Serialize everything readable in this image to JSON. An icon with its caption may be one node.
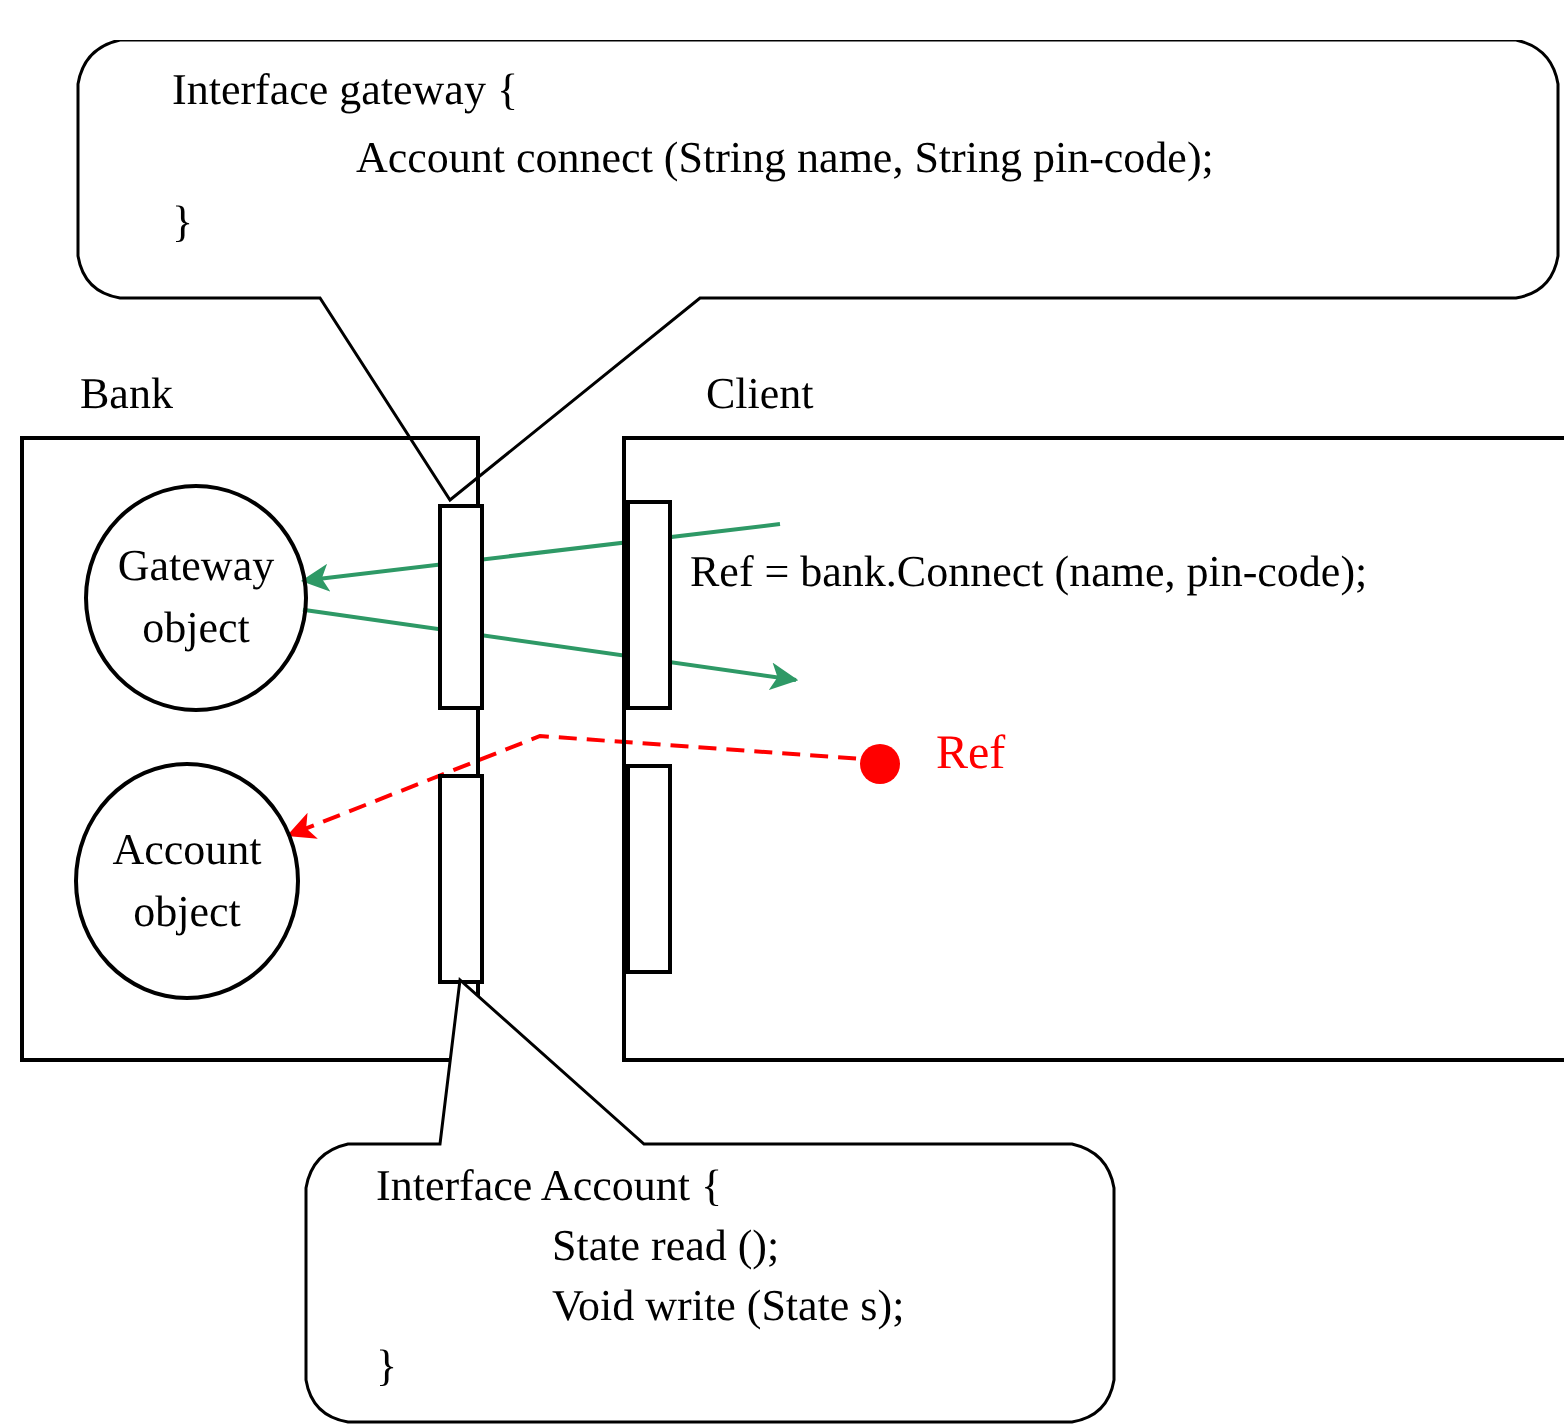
{
  "diagram": {
    "nodes": [
      {
        "text": [
          "Interface gateway {",
          "Account connect (String name, String pin-code);",
          "}"
        ]
      },
      {
        "text": [
          "Bank"
        ]
      },
      {
        "text": [
          "Gateway object"
        ],
        "in": 1
      },
      {
        "text": [
          "Account object"
        ],
        "in": 1
      },
      {
        "text": [],
        "shape": "bar",
        "in": 1
      },
      {
        "text": [],
        "shape": "bar",
        "in": 1
      },
      {
        "text": [
          "Client"
        ]
      },
      {
        "text": [],
        "shape": "bar",
        "in": 6
      },
      {
        "text": [],
        "shape": "bar",
        "in": 6
      },
      {
        "text": [],
        "shape": "circle",
        "in": 6,
        "beside": [
          "Ref"
        ]
      },
      {
        "text": [
          "Interface Account {",
          "State read ();",
          "Void write (State s);",
          "}"
        ]
      }
    ],
    "edges": [
      {
        "from": null,
        "to": 2,
        "arrow": "to",
        "color": "#2e9966"
      },
      {
        "from": 2,
        "to": null,
        "arrow": "to",
        "color": "#2e9966"
      },
      {
        "from": 9,
        "to": 3,
        "arrow": "to",
        "style": "dashed",
        "color": "#ff0000"
      }
    ],
    "labels": [
      "Ref = bank.Connect (name, pin-code);"
    ]
  }
}
